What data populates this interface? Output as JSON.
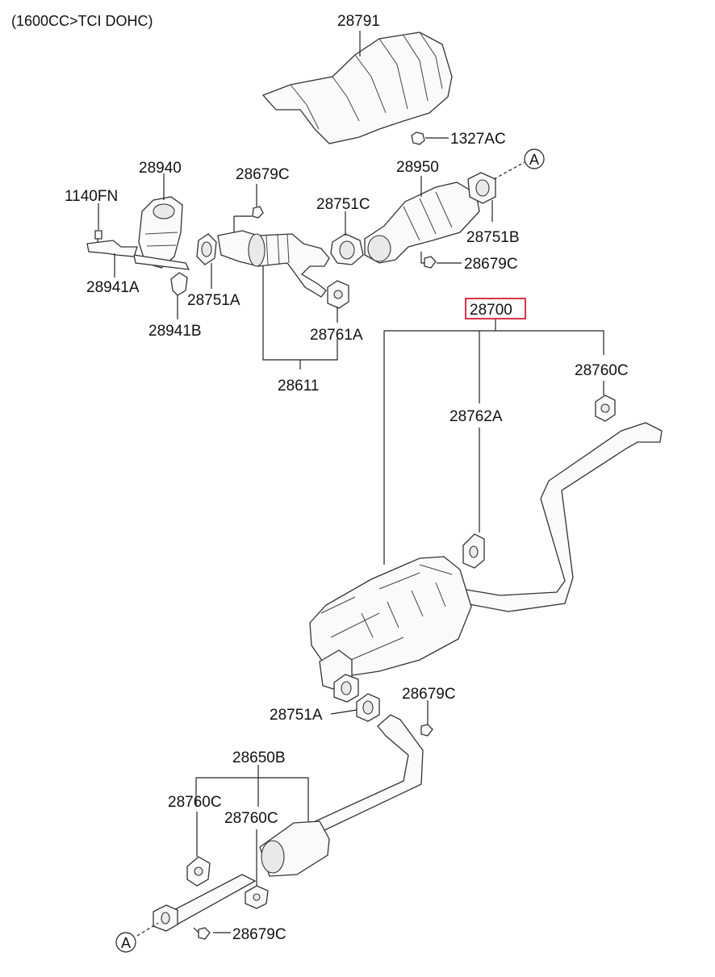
{
  "title": "(1600CC>TCI DOHC)",
  "callouts": {
    "ref_a": "A",
    "heat_protector": "28791",
    "nut_top": "1327AC",
    "manifold_cat": "28940",
    "bolt": "1140FN",
    "bracket_a": "28941A",
    "bracket_b": "28941B",
    "nut_top_left": "28679C",
    "gasket_left": "28751A",
    "gasket_c": "28751C",
    "cat_front": "28950",
    "gasket_b": "28751B",
    "nut_mid": "28679C",
    "hanger_front": "28761A",
    "front_pipe": "28611",
    "main_assy": "28700",
    "hanger_tail": "28760C",
    "hanger_mid": "28762A",
    "gasket_lower": "28751A",
    "nut_lower": "28679C",
    "center_muffler": "28650B",
    "hanger_center_1": "28760C",
    "hanger_center_2": "28760C",
    "nut_bottom": "28679C"
  },
  "highlight": {
    "part": "28700",
    "color": "#d0021b"
  }
}
